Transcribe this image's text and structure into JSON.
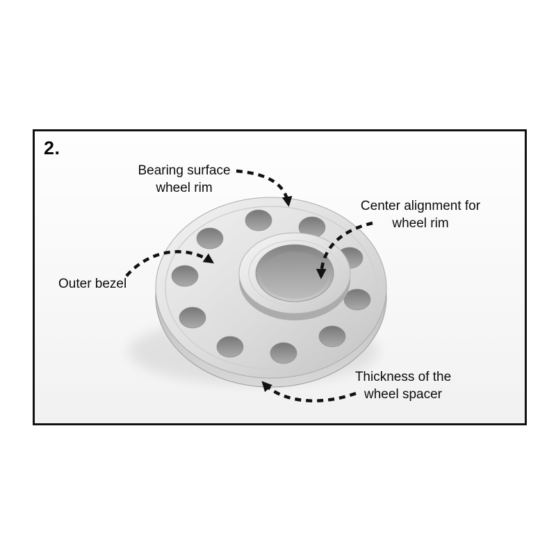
{
  "step": {
    "number": "2."
  },
  "annotations": {
    "bearing_surface": "Bearing surface\nwheel rim",
    "center_alignment": "Center alignment for\nwheel rim",
    "outer_bezel": "Outer bezel",
    "thickness": "Thickness of the\nwheel spacer"
  },
  "colors": {
    "frame_border": "#111111",
    "arrow": "#111111",
    "spacer_face_light": "#f2f2f2",
    "spacer_face_dark": "#c2c2c2",
    "spacer_rim": "#b5b5b5",
    "hole": "#8a8a8a",
    "bore_shadow": "#858585"
  }
}
